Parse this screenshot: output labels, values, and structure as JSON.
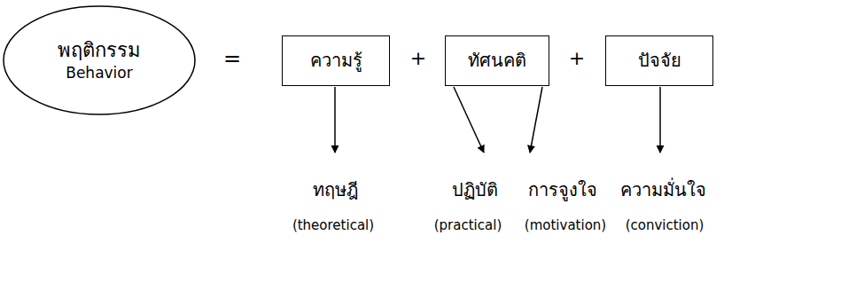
{
  "diagram": {
    "nodes": [
      {
        "text": [
          "พฤติกรรม",
          "Behavior"
        ]
      },
      {
        "text": [
          "ความรู้"
        ]
      },
      {
        "text": [
          "ทัศนคติ"
        ]
      },
      {
        "text": [
          "ปัจจัย"
        ]
      }
    ],
    "labels": [
      "=",
      "+",
      "+",
      "ทฤษฎี",
      "ปฏิบัติ",
      "การจูงใจ",
      "ความมั่นใจ",
      "(theoretical)",
      "(practical)",
      "(motivation)",
      "(conviction)"
    ]
  }
}
